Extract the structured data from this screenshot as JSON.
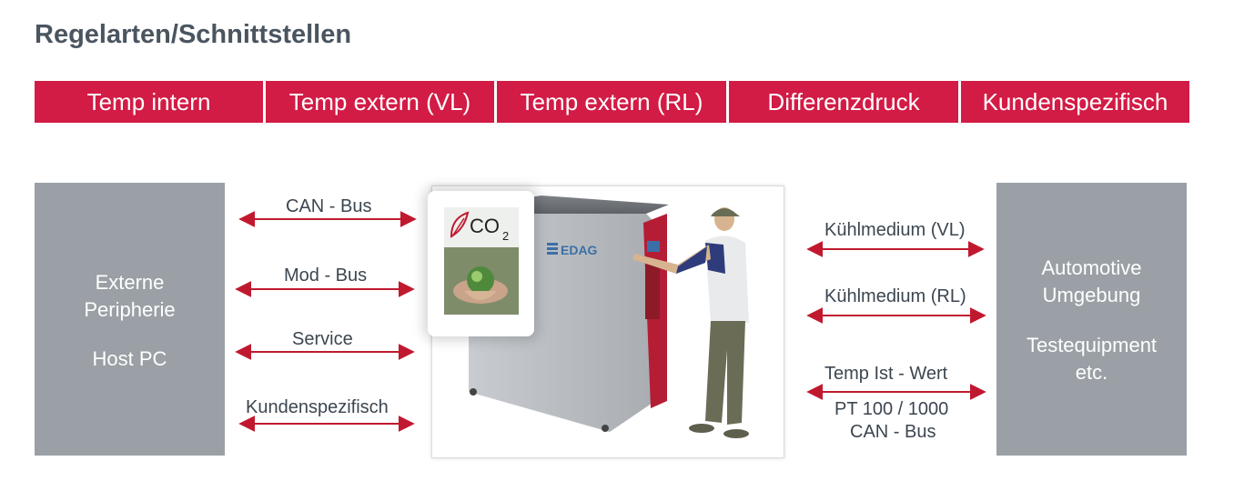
{
  "title": "Regelarten/Schnittstellen",
  "tabs": [
    "Temp intern",
    "Temp extern (VL)",
    "Temp extern (RL)",
    "Differenzdruck",
    "Kundenspezifisch"
  ],
  "left_box": {
    "line1": "Externe",
    "line2": "Peripherie",
    "line3": "Host PC"
  },
  "right_box": {
    "line1": "Automotive",
    "line2": "Umgebung",
    "line3": "Testequipment",
    "line4": "etc."
  },
  "left_interfaces": [
    "CAN - Bus",
    "Mod - Bus",
    "Service",
    "Kundenspezifisch"
  ],
  "right_interfaces": {
    "kuehl_vl": "Kühlmedium (VL)",
    "kuehl_rl": "Kühlmedium (RL)",
    "temp_ist": "Temp Ist - Wert",
    "pt": "PT 100 / 1000",
    "can": "CAN - Bus"
  },
  "device": {
    "brand": "EDAG",
    "co2_label": "CO",
    "co2_sub": "2"
  },
  "colors": {
    "accent": "#d21b45",
    "box_gray": "#9aa0a5"
  }
}
